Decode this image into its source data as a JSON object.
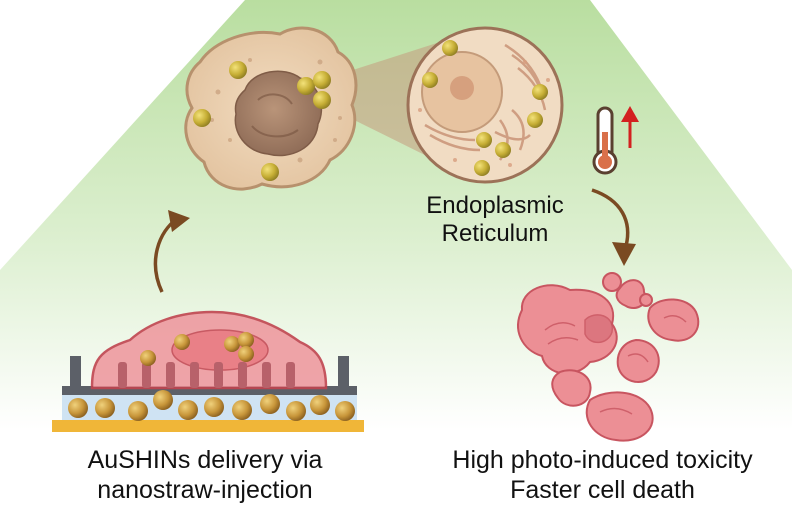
{
  "labels": {
    "organelle": [
      "Endoplasmic",
      "Reticulum"
    ],
    "delivery": [
      "AuSHINs delivery via",
      "nanostraw-injection"
    ],
    "outcome": [
      "High photo-induced toxicity",
      "Faster cell death"
    ]
  },
  "icons": {
    "temperature": "thermometer-icon",
    "increase": "up-arrow-icon"
  },
  "colors": {
    "background_glow": "#bfe0a6",
    "cell_body": "#e8cfb0",
    "nucleus": "#a8806a",
    "gold_particle": "#c8b43c",
    "dead_cell": "#ec8f95",
    "arrow": "#7a4a22",
    "temperature_up": "#d32020"
  }
}
